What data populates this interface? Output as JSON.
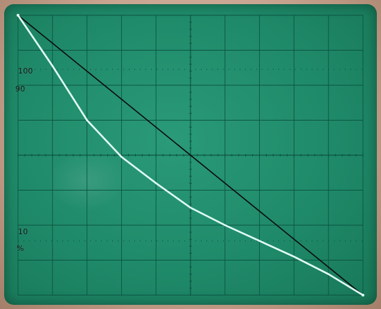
{
  "labels": {
    "left_top_100": "100",
    "left_top_90": "90",
    "left_mid_10": "10",
    "left_mid_percent": "%"
  },
  "colors": {
    "bezel": "#c9a591",
    "screen": "#1f8a69",
    "grid": "#0b4f3d",
    "trace_primary": "#e6fff7",
    "trace_reference": "#0a0a0a"
  },
  "chart_data": {
    "type": "line",
    "title": "",
    "xlabel": "",
    "ylabel": "",
    "xlim": [
      0,
      10
    ],
    "ylim": [
      0,
      8
    ],
    "grid": true,
    "series": [
      {
        "values": [
          [
            0.0,
            8.0
          ],
          [
            1.0,
            6.55
          ],
          [
            2.0,
            5.0
          ],
          [
            3.0,
            3.95
          ],
          [
            4.0,
            3.2
          ],
          [
            5.0,
            2.5
          ],
          [
            6.0,
            2.0
          ],
          [
            7.0,
            1.55
          ],
          [
            8.0,
            1.1
          ],
          [
            9.0,
            0.6
          ],
          [
            10.0,
            0.0
          ]
        ]
      },
      {
        "values": [
          [
            0.0,
            8.0
          ],
          [
            10.0,
            0.0
          ]
        ]
      }
    ]
  }
}
